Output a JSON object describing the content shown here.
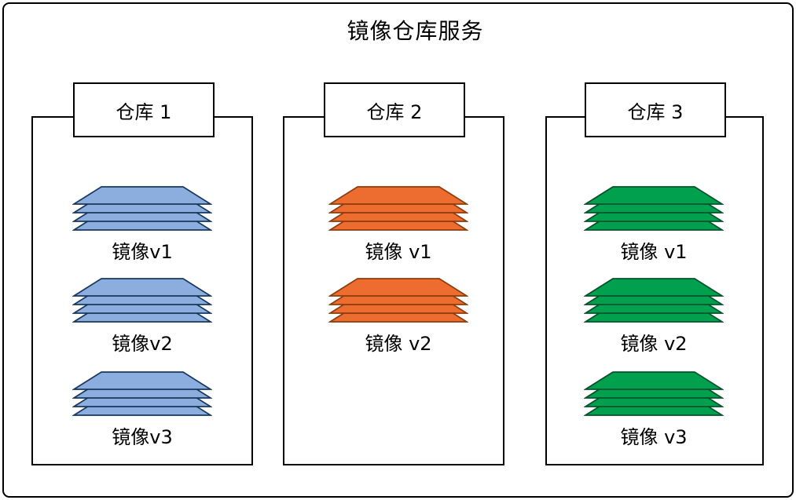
{
  "title": "镜像仓库服务",
  "colors": {
    "blue_fill": "#8CAEDE",
    "blue_stroke": "#17375E",
    "orange_fill": "#ED6C2F",
    "orange_stroke": "#8C3D0E",
    "green_fill": "#00A04E",
    "green_stroke": "#06522A"
  },
  "repositories": [
    {
      "name": "仓库 1",
      "color": "blue",
      "images": [
        {
          "label": "镜像v1"
        },
        {
          "label": "镜像v2"
        },
        {
          "label": "镜像v3"
        }
      ]
    },
    {
      "name": "仓库 2",
      "color": "orange",
      "images": [
        {
          "label": "镜像 v1"
        },
        {
          "label": "镜像 v2"
        }
      ]
    },
    {
      "name": "仓库 3",
      "color": "green",
      "images": [
        {
          "label": "镜像 v1"
        },
        {
          "label": "镜像 v2"
        },
        {
          "label": "镜像 v3"
        }
      ]
    }
  ]
}
